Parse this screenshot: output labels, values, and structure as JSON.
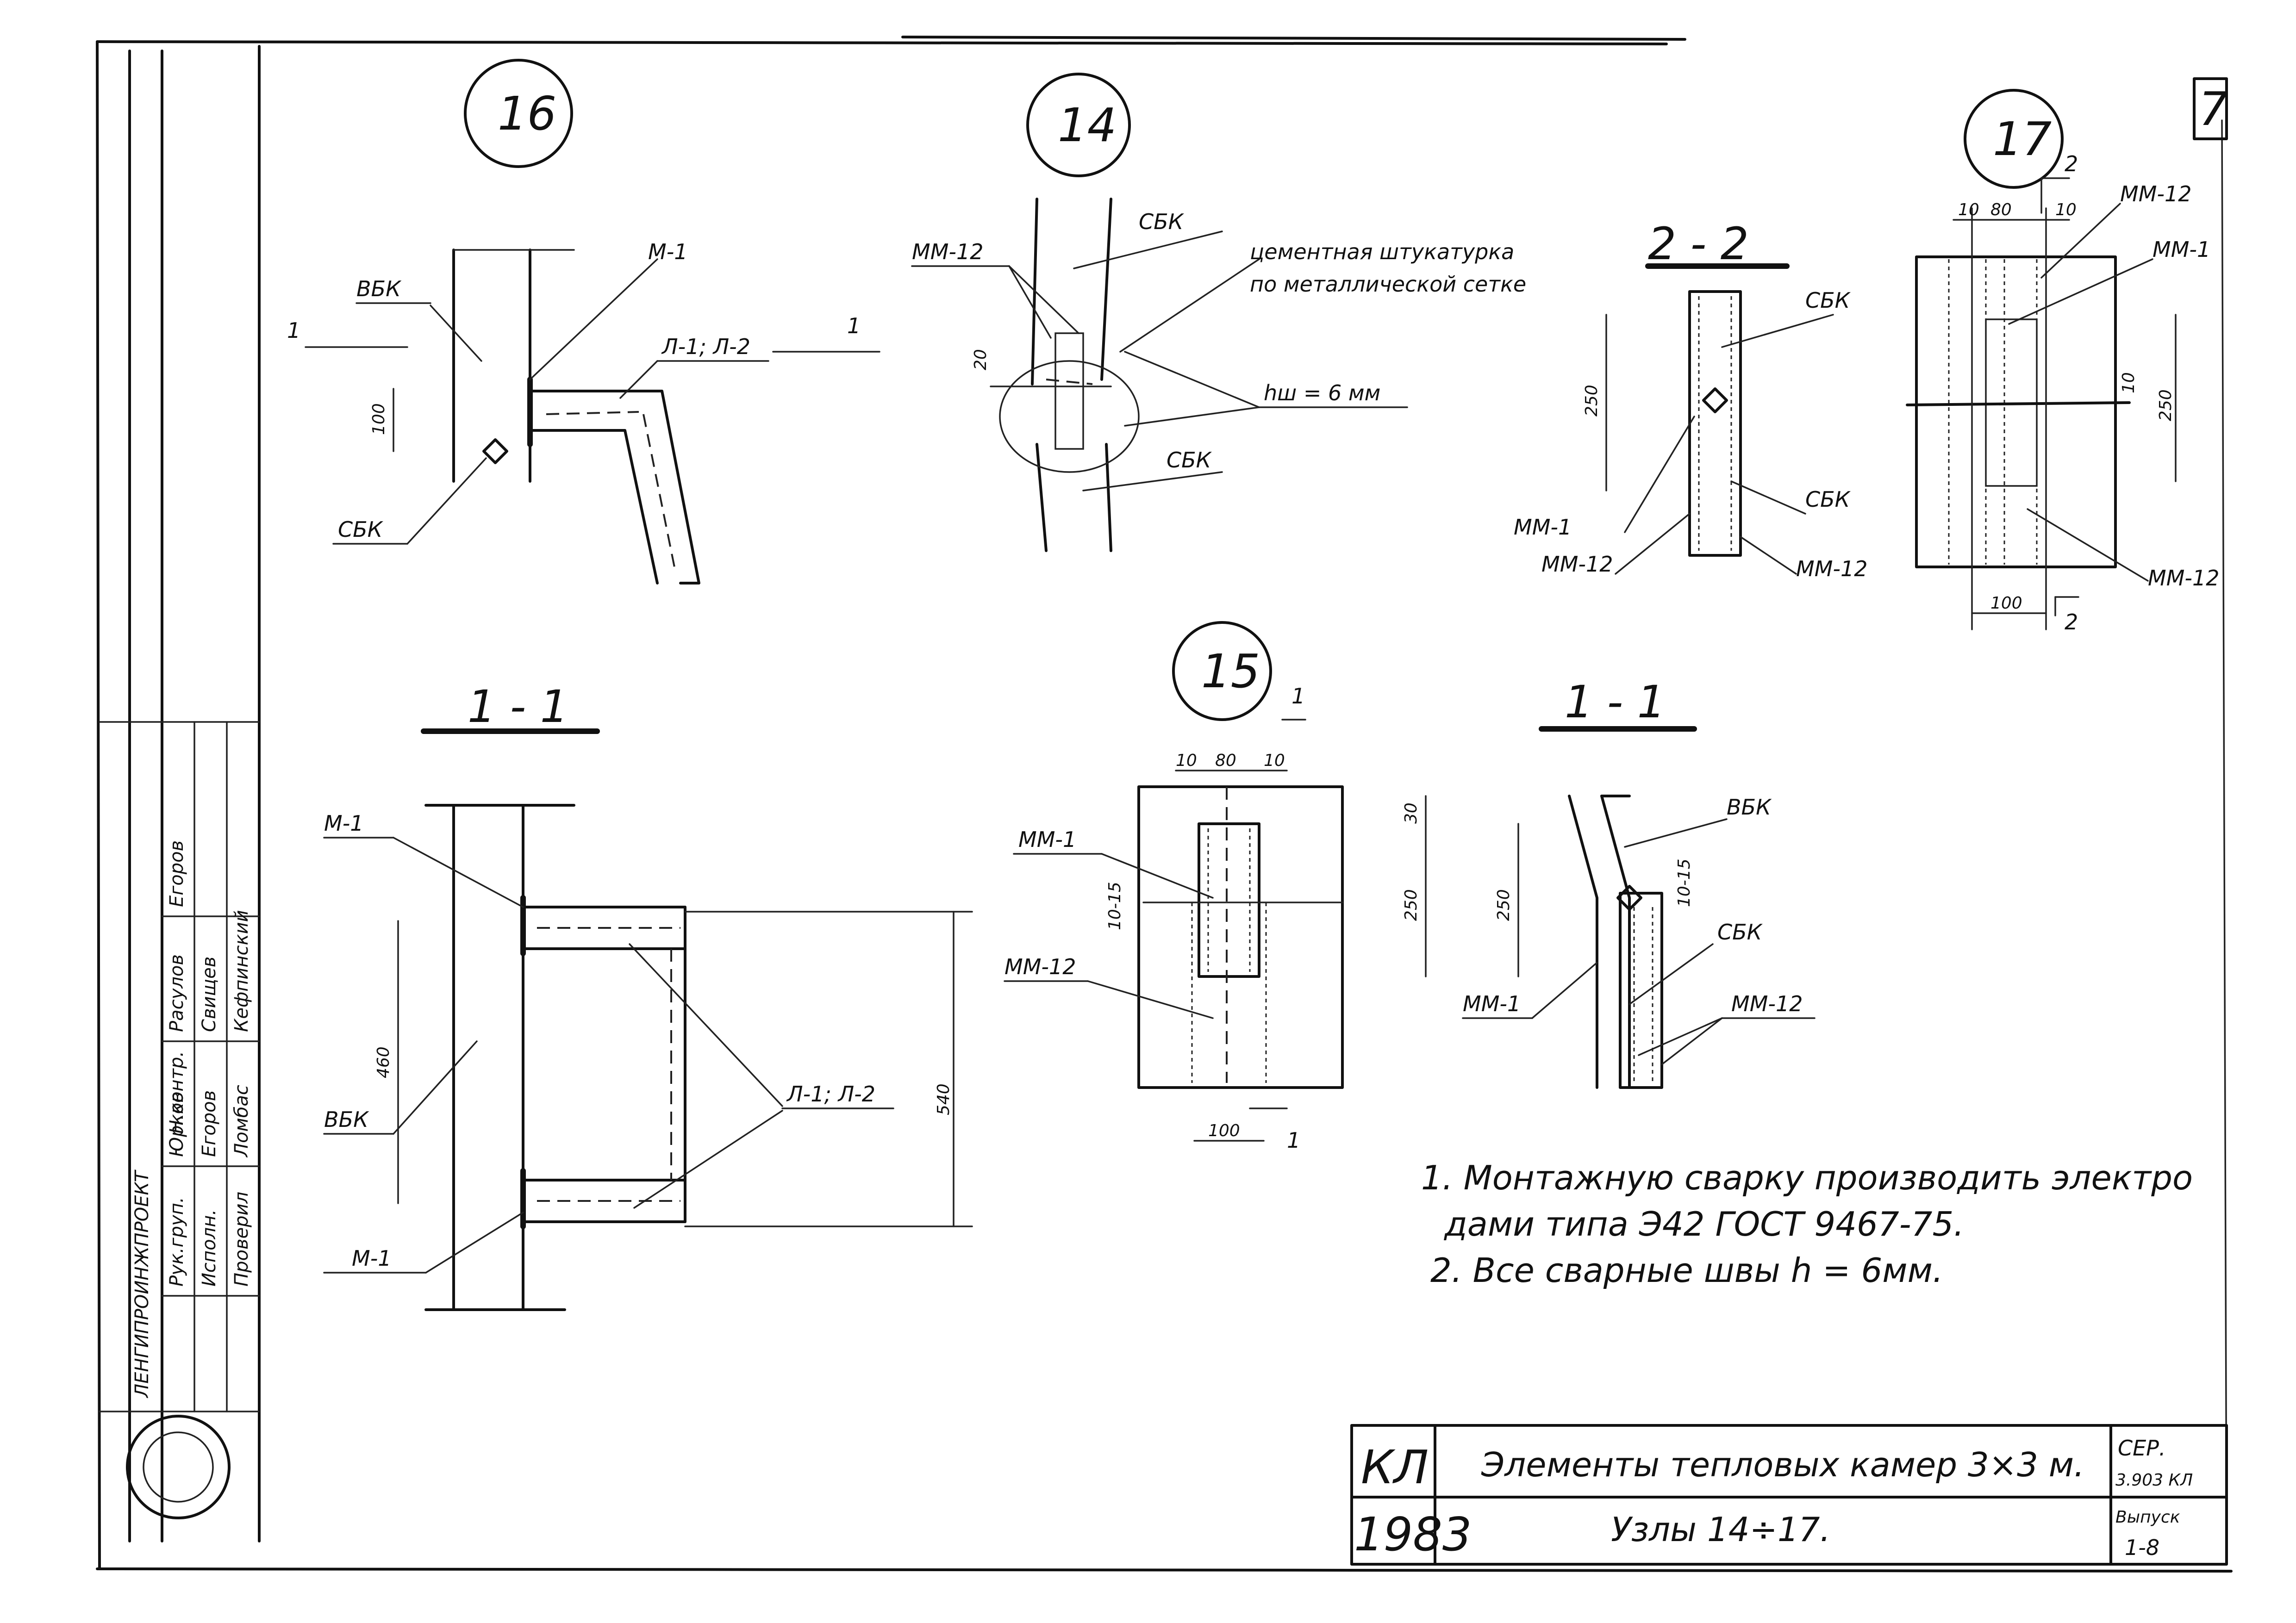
{
  "sheet": {
    "page_number": "7",
    "title_block": {
      "code": "КЛ",
      "year": "1983",
      "title": "Элементы тепловых камер 3×3 м.",
      "subtitle": "Узлы 14÷17.",
      "series_label": "СЕР.",
      "series_value": "3.903 КЛ",
      "issue_label": "Выпуск",
      "issue_value": "1-8"
    },
    "stamp": {
      "org": "ЛЕНГИПРОИНЖПРОЕКТ",
      "roles": [
        "Н.контр.",
        "Рук.груп.",
        "Исполн.",
        "Проверил"
      ],
      "names": [
        "Юрков",
        "Егоров",
        "Ломбас",
        "Расулов",
        "Свищев",
        "Кефпинский",
        "Егоров"
      ]
    },
    "notes": [
      "1. Монтажную сварку производить электро",
      "дами типа Э42   ГОСТ 9467-75.",
      "2. Все сварные швы  h = 6мм."
    ]
  },
  "node16": {
    "number": "16",
    "labels": {
      "vbk": "ВБК",
      "sbk": "СБК",
      "m1": "М-1",
      "l": "Л-1; Л-2",
      "cut": "1",
      "dim100": "100"
    }
  },
  "node14": {
    "number": "14",
    "labels": {
      "mm12": "ММ-12",
      "sbk_top": "СБК",
      "sbk_bot": "СБК",
      "plaster1": "цементная штукатурка",
      "plaster2": "по металлической сетке",
      "weld": "hш = 6 мм",
      "dim20": "20"
    }
  },
  "node17": {
    "number": "17",
    "section": "2 - 2",
    "labels": {
      "sbk1": "СБК",
      "sbk2": "СБК",
      "mm1": "ММ-1",
      "mm12a": "ММ-12",
      "mm12b": "ММ-12",
      "dim250": "250",
      "mm12c": "ММ-12",
      "mm1b": "ММ-1",
      "mm12d": "ММ-12",
      "d10": "10",
      "d80": "80",
      "d10b": "10",
      "d10c": "10",
      "d250b": "250",
      "d100": "100",
      "cut": "2"
    }
  },
  "section11_left": {
    "title": "1 - 1",
    "labels": {
      "m1a": "М-1",
      "m1b": "М-1",
      "vbk": "ВБК",
      "l": "Л-1; Л-2",
      "d460": "460",
      "d540": "540"
    }
  },
  "node15": {
    "number": "15",
    "labels": {
      "mm1": "ММ-1",
      "mm12": "ММ-12",
      "d10a": "10",
      "d80": "80",
      "d10b": "10",
      "d30": "30",
      "d250": "250",
      "d1015": "10-15",
      "d100": "100",
      "cut": "1"
    }
  },
  "section11_right": {
    "title": "1 - 1",
    "labels": {
      "vbk": "ВБК",
      "sbk": "СБК",
      "mm1": "ММ-1",
      "mm12": "ММ-12",
      "d250": "250",
      "d1015": "10-15"
    }
  }
}
